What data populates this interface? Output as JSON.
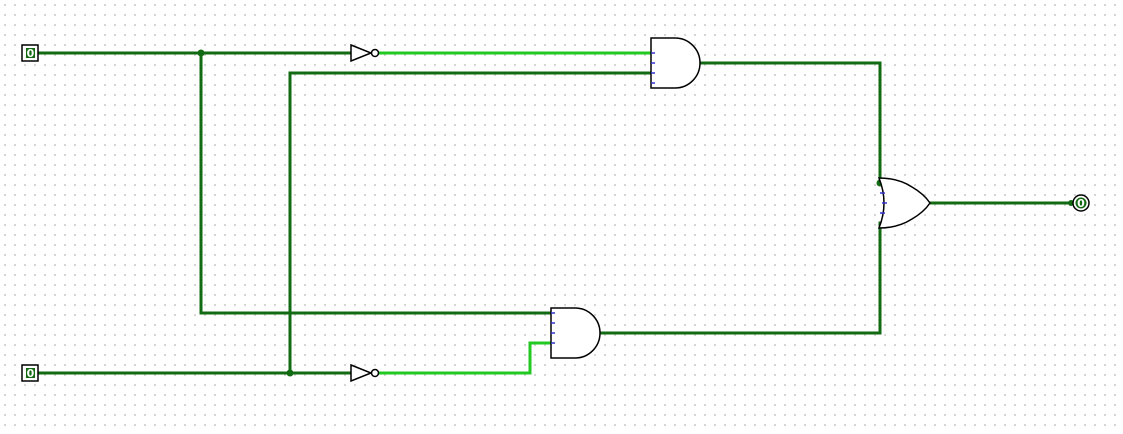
{
  "colors": {
    "background": "#ffffff",
    "grid_dot": "#c9c9c9",
    "wire_low": "#126b12",
    "wire_high": "#22c922",
    "gate_stroke": "#000000",
    "pin_marker": "#3333cc"
  },
  "components": {
    "input_a": {
      "value": "0"
    },
    "input_b": {
      "value": "0"
    },
    "output": {
      "value": "0"
    }
  }
}
